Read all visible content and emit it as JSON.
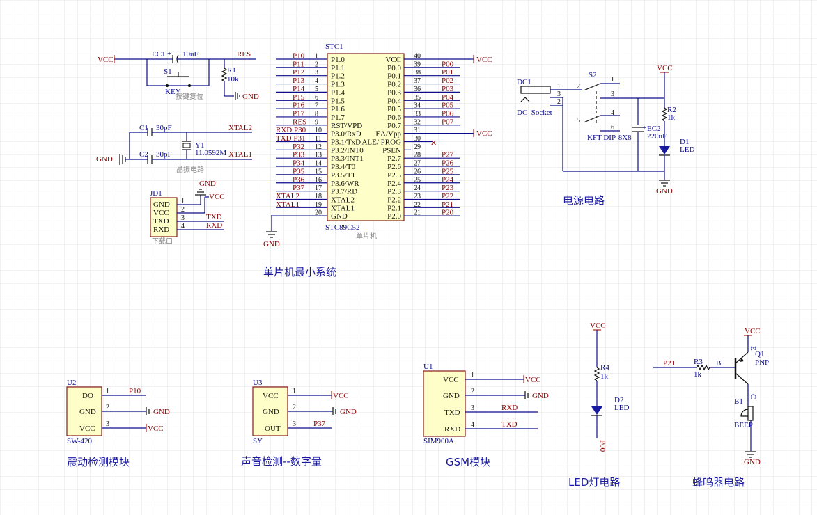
{
  "titles": {
    "mcu": "单片机最小系统",
    "power": "电源电路",
    "vibration": "震动检测模块",
    "sound": "声音检测--数字量",
    "gsm": "GSM模块",
    "led": "LED灯电路",
    "buzzer": "蜂鸣器电路"
  },
  "small_labels": {
    "reset": "按键复位",
    "crystal": "晶振电路",
    "download": "下载口",
    "mcu": "单片机"
  },
  "nets": {
    "vcc": "VCC",
    "gnd": "GND",
    "res": "RES",
    "xtal1": "XTAL1",
    "xtal2": "XTAL2",
    "txd": "TXD",
    "rxd": "RXD",
    "p10": "P10",
    "p37": "P37",
    "p21": "P21",
    "p00": "P00",
    "b": "B",
    "c": "C",
    "e": "E"
  },
  "reset": {
    "cap_ref": "EC1",
    "cap_val": "10uF",
    "sw_ref": "S1",
    "sw_val": "KEY",
    "res_ref": "R1",
    "res_val": "10k"
  },
  "crystal": {
    "c1": "C1",
    "c1v": "30pF",
    "c2": "C2",
    "c2v": "30pF",
    "y_ref": "Y1",
    "y_val": "11.0592M"
  },
  "jd1": {
    "ref": "JD1",
    "pins": [
      "GND",
      "VCC",
      "TXD",
      "RXD"
    ],
    "nums": [
      "1",
      "2",
      "3",
      "4"
    ]
  },
  "mcu": {
    "ref": "STC1",
    "part": "STC89C52",
    "left_pins": [
      {
        "num": "1",
        "name": "P1.0",
        "net": "P10"
      },
      {
        "num": "2",
        "name": "P1.1",
        "net": "P11"
      },
      {
        "num": "3",
        "name": "P1.2",
        "net": "P12"
      },
      {
        "num": "4",
        "name": "P1.3",
        "net": "P13"
      },
      {
        "num": "5",
        "name": "P1.4",
        "net": "P14"
      },
      {
        "num": "6",
        "name": "P1.5",
        "net": "P15"
      },
      {
        "num": "7",
        "name": "P1.6",
        "net": "P16"
      },
      {
        "num": "8",
        "name": "P1.7",
        "net": "P17"
      },
      {
        "num": "9",
        "name": "RST/VPD",
        "net": "RES"
      },
      {
        "num": "10",
        "name": "P3.0/RxD",
        "net": "RXD P30"
      },
      {
        "num": "11",
        "name": "P3.1/TxD",
        "net": "TXD P31"
      },
      {
        "num": "12",
        "name": "P3.2/INT0",
        "net": "P32"
      },
      {
        "num": "13",
        "name": "P3.3/INT1",
        "net": "P33"
      },
      {
        "num": "14",
        "name": "P3.4/T0",
        "net": "P34"
      },
      {
        "num": "15",
        "name": "P3.5/T1",
        "net": "P35"
      },
      {
        "num": "16",
        "name": "P3.6/WR",
        "net": "P36"
      },
      {
        "num": "17",
        "name": "P3.7/RD",
        "net": "P37"
      },
      {
        "num": "18",
        "name": "XTAL2",
        "net": "XTAL2"
      },
      {
        "num": "19",
        "name": "XTAL1",
        "net": "XTAL1"
      },
      {
        "num": "20",
        "name": "GND",
        "net": ""
      }
    ],
    "right_pins": [
      {
        "num": "40",
        "name": "VCC",
        "net": ""
      },
      {
        "num": "39",
        "name": "P0.0",
        "net": "P00"
      },
      {
        "num": "38",
        "name": "P0.1",
        "net": "P01"
      },
      {
        "num": "37",
        "name": "P0.2",
        "net": "P02"
      },
      {
        "num": "36",
        "name": "P0.3",
        "net": "P03"
      },
      {
        "num": "35",
        "name": "P0.4",
        "net": "P04"
      },
      {
        "num": "34",
        "name": "P0.5",
        "net": "P05"
      },
      {
        "num": "33",
        "name": "P0.6",
        "net": "P06"
      },
      {
        "num": "32",
        "name": "P0.7",
        "net": "P07"
      },
      {
        "num": "31",
        "name": "EA/Vpp",
        "net": ""
      },
      {
        "num": "30",
        "name": "ALE/ PROG",
        "net": ""
      },
      {
        "num": "29",
        "name": "PSEN",
        "net": ""
      },
      {
        "num": "28",
        "name": "P2.7",
        "net": "P27"
      },
      {
        "num": "27",
        "name": "P2.6",
        "net": "P26"
      },
      {
        "num": "26",
        "name": "P2.5",
        "net": "P25"
      },
      {
        "num": "25",
        "name": "P2.4",
        "net": "P24"
      },
      {
        "num": "24",
        "name": "P2.3",
        "net": "P23"
      },
      {
        "num": "23",
        "name": "P2.2",
        "net": "P22"
      },
      {
        "num": "22",
        "name": "P2.1",
        "net": "P21"
      },
      {
        "num": "21",
        "name": "P2.0",
        "net": "P20"
      }
    ]
  },
  "power": {
    "dc_ref": "DC1",
    "dc_val": "DC_Socket",
    "sw_ref": "S2",
    "sw_val": "KFT DIP-8X8",
    "cap_ref": "EC2",
    "cap_val": "220uF",
    "r_ref": "R2",
    "r_val": "1k",
    "d_ref": "D1",
    "d_val": "LED",
    "dc_pins": [
      "1",
      "3",
      "2"
    ],
    "sw_pins": [
      "1",
      "2",
      "3",
      "4",
      "5",
      "6"
    ]
  },
  "u2": {
    "ref": "U2",
    "part": "SW-420",
    "pins": [
      "DO",
      "GND",
      "VCC"
    ],
    "nums": [
      "1",
      "2",
      "3"
    ]
  },
  "u3": {
    "ref": "U3",
    "part": "SY",
    "pins": [
      "VCC",
      "GND",
      "OUT"
    ],
    "nums": [
      "1",
      "2",
      "3"
    ]
  },
  "u1": {
    "ref": "U1",
    "part": "SIM900A",
    "pins": [
      "VCC",
      "GND",
      "TXD",
      "RXD"
    ],
    "nums": [
      "1",
      "2",
      "3",
      "4"
    ]
  },
  "led_circuit": {
    "r_ref": "R4",
    "r_val": "1k",
    "d_ref": "D2",
    "d_val": "LED"
  },
  "buzzer": {
    "r_ref": "R3",
    "r_val": "1k",
    "q_ref": "Q1",
    "q_val": "PNP",
    "b_ref": "B1",
    "b_val": "BEEP"
  },
  "colors": {
    "wire": "#0c0c8c",
    "net_label": "#8b0000",
    "part_fill": "#fefec8",
    "grid": "#e3e3e3"
  }
}
